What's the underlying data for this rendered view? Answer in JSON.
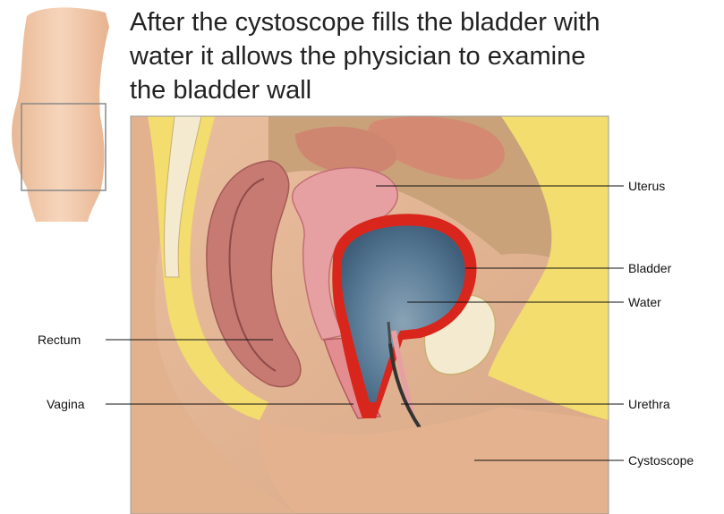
{
  "caption": {
    "line1": "After the cystoscope fills the bladder with",
    "line2": "water it allows the physician to examine",
    "line3": "the bladder wall"
  },
  "labels": {
    "uterus": "Uterus",
    "bladder": "Bladder",
    "water": "Water",
    "urethra": "Urethra",
    "cystoscope": "Cystoscope",
    "rectum": "Rectum",
    "vagina": "Vagina"
  },
  "colors": {
    "skin": "#f0c7a6",
    "tissue_pink": "#e7a0a2",
    "fat_yellow": "#f2dd6e",
    "bladder_wall": "#d8261c",
    "water": "#5c7d98",
    "cystoscope": "#333333"
  }
}
